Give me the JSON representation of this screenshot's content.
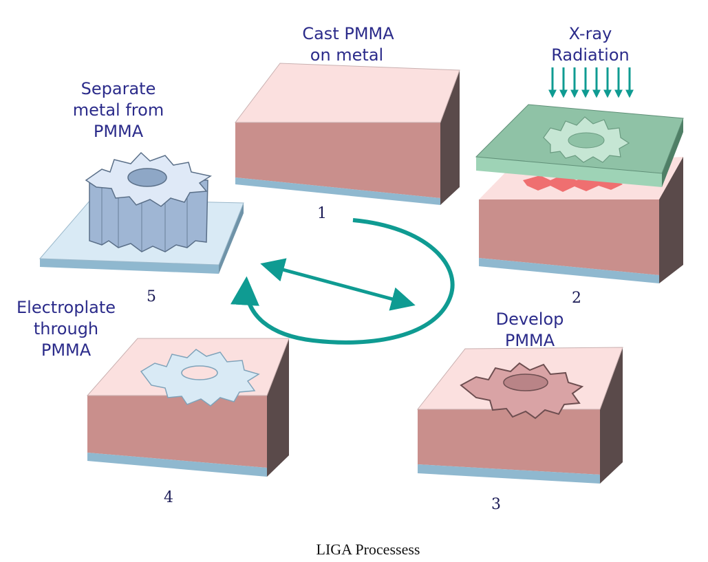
{
  "colors": {
    "pmma_top": "#fbe0df",
    "pmma_front": "#c98f8c",
    "pmma_side": "#5a4a4a",
    "metal_front": "#8fb8cf",
    "metal_top": "#d9eaf5",
    "mask_top": "#8fc2a6",
    "mask_front": "#9ed3b6",
    "mask_side": "#4f7f66",
    "exposed": "#ef6f70",
    "arrow": "#0f9b92",
    "label": "#2b2b8a"
  },
  "steps": [
    {
      "number": "1",
      "lines": [
        "Cast PMMA",
        "on metal"
      ]
    },
    {
      "number": "2",
      "lines": [
        "X-ray",
        "Radiation"
      ]
    },
    {
      "number": "3",
      "lines": [
        "Develop",
        "PMMA"
      ]
    },
    {
      "number": "4",
      "lines": [
        "Electroplate",
        "through",
        "PMMA"
      ]
    },
    {
      "number": "5",
      "lines": [
        "Separate",
        "metal from",
        "PMMA"
      ]
    }
  ],
  "caption": "LIGA Processess"
}
